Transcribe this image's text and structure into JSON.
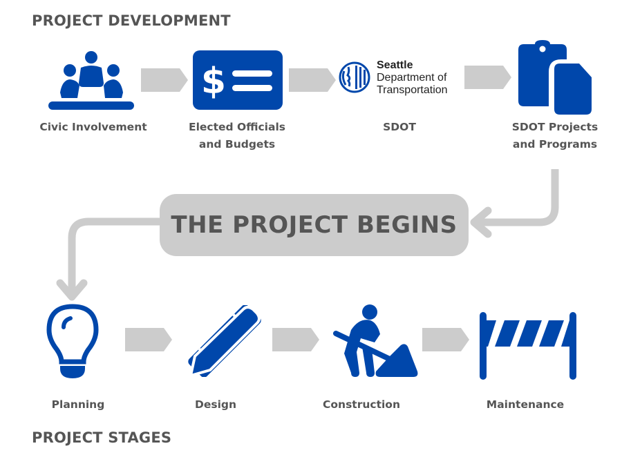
{
  "colors": {
    "brand_blue": "#0047AB",
    "arrow_gray": "#CCCCCC",
    "text_gray": "#555555"
  },
  "header": {
    "title": "PROJECT DEVELOPMENT"
  },
  "development_steps": [
    {
      "label": "Civic Involvement",
      "icon": "people-meeting-icon"
    },
    {
      "label": "Elected Officials and Budgets",
      "label_lines": [
        "Elected Officials",
        "and Budgets"
      ],
      "icon": "budget-card-icon"
    },
    {
      "label": "SDOT",
      "icon": "sdot-logo"
    },
    {
      "label": "SDOT Projects and Programs",
      "label_lines": [
        "SDOT Projects",
        "and Programs"
      ],
      "icon": "tags-icon"
    }
  ],
  "sdot_logo": {
    "line1": "Seattle",
    "line2": "Department of",
    "line3": "Transportation"
  },
  "center": {
    "label": "THE PROJECT BEGINS"
  },
  "stages": [
    {
      "label": "Planning",
      "icon": "lightbulb-icon"
    },
    {
      "label": "Design",
      "icon": "pencil-ruler-icon"
    },
    {
      "label": "Construction",
      "icon": "worker-shovel-icon"
    },
    {
      "label": "Maintenance",
      "icon": "barricade-icon"
    }
  ],
  "footer": {
    "title": "PROJECT STAGES"
  }
}
